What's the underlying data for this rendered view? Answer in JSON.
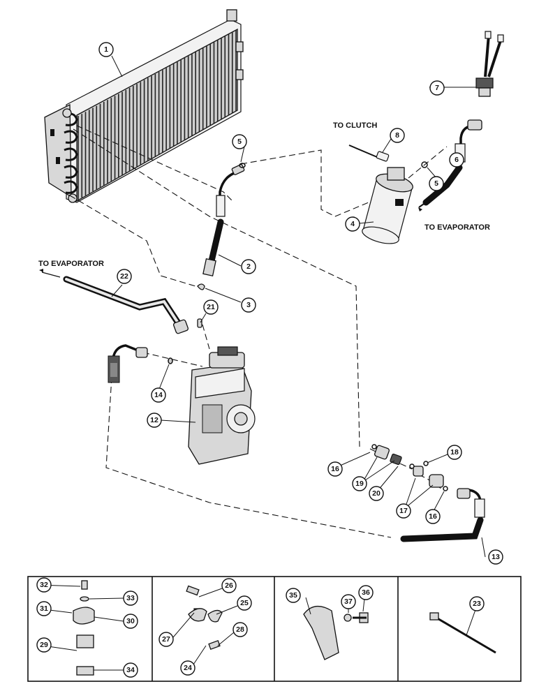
{
  "notes": {
    "to_clutch": "TO CLUTCH",
    "to_evaporator_right": "TO EVAPORATOR",
    "to_evaporator_left": "TO EVAPORATOR"
  },
  "callouts": {
    "c1": "1",
    "c2": "2",
    "c3": "3",
    "c4": "4",
    "c5a": "5",
    "c5b": "5",
    "c6": "6",
    "c7": "7",
    "c8": "8",
    "c12": "12",
    "c13": "13",
    "c14": "14",
    "c16a": "16",
    "c16b": "16",
    "c17": "17",
    "c18": "18",
    "c19": "19",
    "c20": "20",
    "c21": "21",
    "c22": "22",
    "c23": "23",
    "c24": "24",
    "c25": "25",
    "c26": "26",
    "c27": "27",
    "c28": "28",
    "c29": "29",
    "c30": "30",
    "c31": "31",
    "c32": "32",
    "c33": "33",
    "c34": "34",
    "c35": "35",
    "c36": "36",
    "c37": "37"
  }
}
